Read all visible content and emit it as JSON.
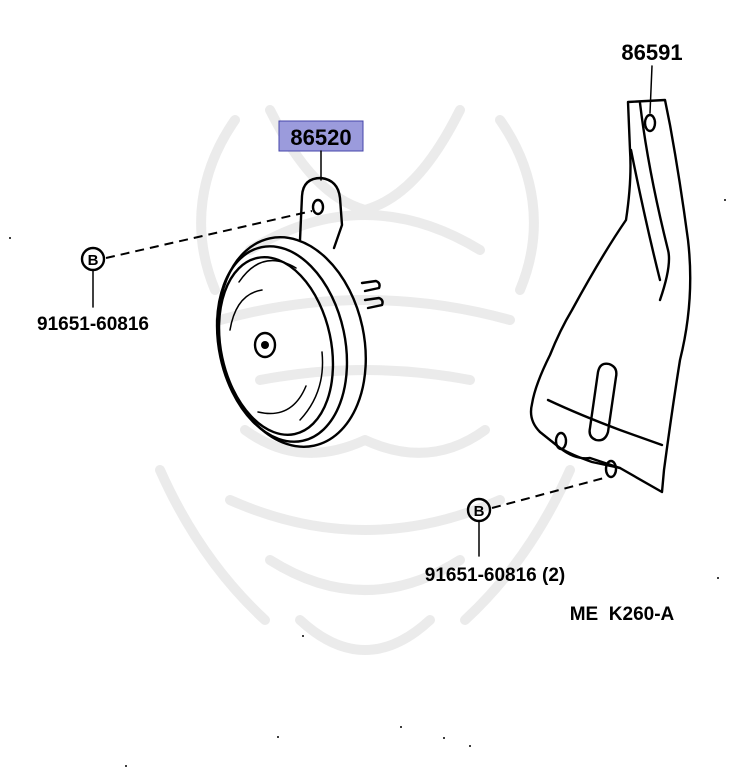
{
  "diagram": {
    "highlight_color": "#9b9bdc",
    "parts": {
      "horn": {
        "part_number": "86520",
        "highlighted": true
      },
      "bracket": {
        "part_number": "86591"
      },
      "bolt_left": {
        "symbol": "B",
        "part_number": "91651-60816"
      },
      "bolt_right": {
        "symbol": "B",
        "part_number": "91651-60816 (2)"
      }
    },
    "diagram_code": "ME  K260-A"
  }
}
